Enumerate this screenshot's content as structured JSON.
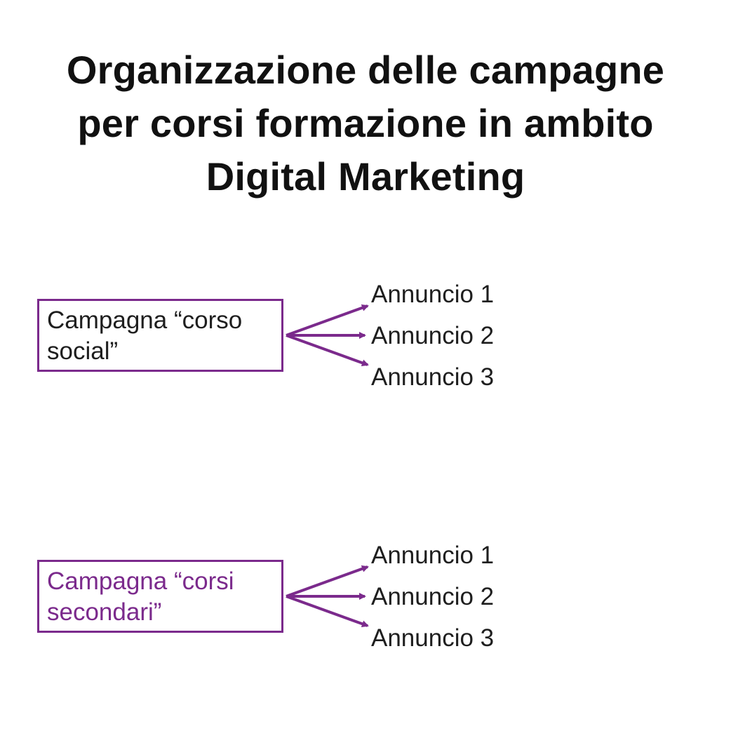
{
  "title": {
    "lines": [
      "Organizzazione delle campagne",
      "per corsi formazione in ambito",
      "Digital Marketing"
    ]
  },
  "colors": {
    "accent": "#7b2a8c",
    "text": "#1e1e1e",
    "background": "#ffffff"
  },
  "campaigns": [
    {
      "label": "Campagna “corso social”",
      "ads": [
        "Annuncio 1",
        "Annuncio 2",
        "Annuncio 3"
      ]
    },
    {
      "label": "Campagna “corsi secondari”",
      "ads": [
        "Annuncio 1",
        "Annuncio 2",
        "Annuncio 3"
      ]
    }
  ]
}
